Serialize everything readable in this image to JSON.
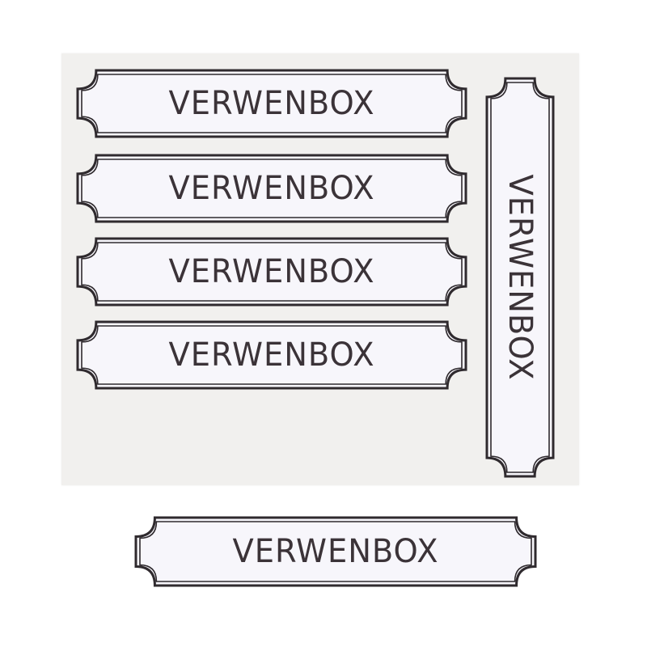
{
  "sheet": {
    "background": "#f1f0ee",
    "labels": [
      {
        "text": "VERWENBOX",
        "orientation": "horizontal"
      },
      {
        "text": "VERWENBOX",
        "orientation": "horizontal"
      },
      {
        "text": "VERWENBOX",
        "orientation": "horizontal"
      },
      {
        "text": "VERWENBOX",
        "orientation": "horizontal"
      },
      {
        "text": "VERWENBOX",
        "orientation": "vertical"
      }
    ]
  },
  "loose_label": {
    "text": "VERWENBOX",
    "orientation": "horizontal"
  },
  "colors": {
    "label_fill": "#f7f6fb",
    "label_border": "#2f2a2e",
    "text": "#3b3338"
  }
}
